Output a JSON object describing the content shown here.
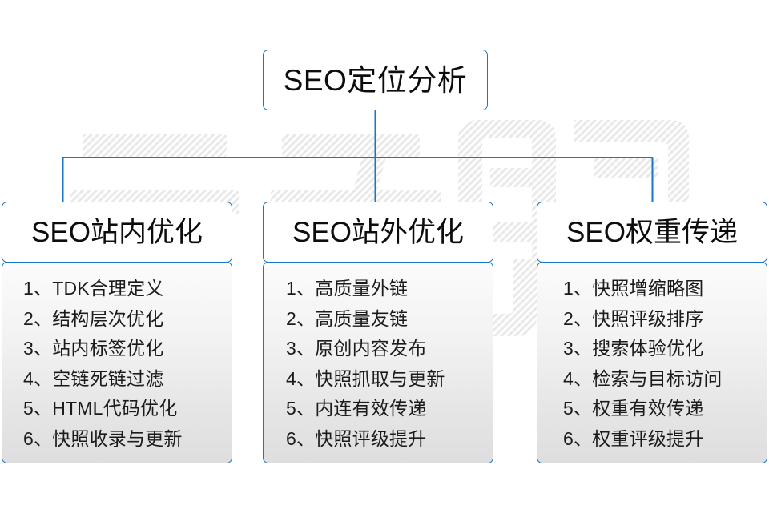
{
  "diagram": {
    "title": "SEO定位分析",
    "accent_color": "#1a76c8",
    "text_color": "#0d0d0d",
    "background_color": "#ffffff",
    "watermark_text": "云无限"
  },
  "root": {
    "label": "SEO定位分析"
  },
  "columns": [
    {
      "header": "SEO站内优化",
      "items": [
        "1、TDK合理定义",
        "2、结构层次优化",
        "3、站内标签优化",
        "4、空链死链过滤",
        "5、HTML代码优化",
        "6、快照收录与更新"
      ]
    },
    {
      "header": "SEO站外优化",
      "items": [
        "1、高质量外链",
        "2、高质量友链",
        "3、原创内容发布",
        "4、快照抓取与更新",
        "5、内连有效传递",
        "6、快照评级提升"
      ]
    },
    {
      "header": "SEO权重传递",
      "items": [
        "1、快照增缩略图",
        "2、快照评级排序",
        "3、搜索体验优化",
        "4、检索与目标访问",
        "5、权重有效传递",
        "6、权重评级提升"
      ]
    }
  ]
}
